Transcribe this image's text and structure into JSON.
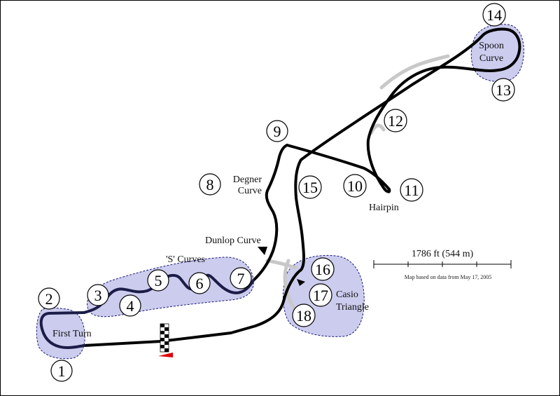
{
  "colors": {
    "track": "#000000",
    "zone_fill": "#ccccee",
    "zone_stroke": "#1a1a7a",
    "zone_track": "#1c1c48",
    "old_track": "#c8c8c8",
    "start_flag": "#e00000"
  },
  "corners": [
    "1",
    "2",
    "3",
    "4",
    "5",
    "6",
    "7",
    "8",
    "9",
    "10",
    "11",
    "12",
    "13",
    "14",
    "15",
    "16",
    "17",
    "18"
  ],
  "labels": {
    "first_turn": "First Turn",
    "s_curves": "'S' Curves",
    "dunlop": "Dunlop Curve",
    "degner_1": "Degner",
    "degner_2": "Curve",
    "hairpin": "Hairpin",
    "spoon_1": "Spoon",
    "spoon_2": "Curve",
    "casio_1": "Casio",
    "casio_2": "Triangle"
  },
  "scale": {
    "label": "1786 ft (544 m)",
    "note": "Map based on data from May 17, 2005"
  },
  "icons": [
    "checkered-flag-icon",
    "start-pennant-icon",
    "direction-arrow-icon"
  ]
}
